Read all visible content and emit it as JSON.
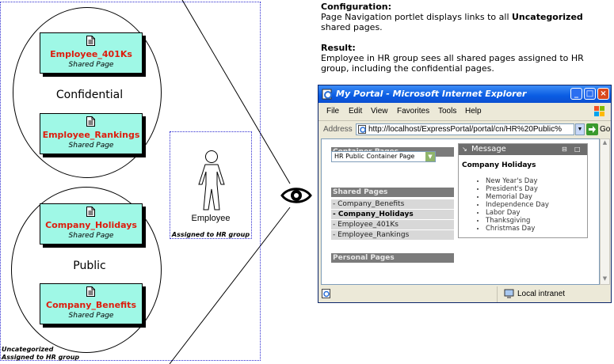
{
  "diagram": {
    "group_caption_line1": "Uncategorized",
    "group_caption_line2": "Assigned to HR group",
    "circles": [
      {
        "label": "Confidential"
      },
      {
        "label": "Public"
      }
    ],
    "pages": [
      {
        "name": "Employee_401Ks",
        "type": "Shared Page"
      },
      {
        "name": "Employee_Rankings",
        "type": "Shared Page"
      },
      {
        "name": "Company_Holidays",
        "type": "Shared Page"
      },
      {
        "name": "Company_Benefits",
        "type": "Shared Page"
      }
    ],
    "employee": {
      "label": "Employee",
      "caption": "Assigned to HR group"
    },
    "icons": {
      "page": "document-icon",
      "person": "person-icon",
      "view": "eye-icon"
    },
    "colors": {
      "page_fill": "#9ff8e6",
      "page_name": "#dd1d0d",
      "group_border": "#2d2bd0"
    }
  },
  "configuration": {
    "heading": "Configuration",
    "text_before": "Page Navigation portlet displays links to all ",
    "text_bold": "Uncategorized",
    "text_after": " shared pages."
  },
  "result": {
    "heading": "Result",
    "text": "Employee in HR group sees all shared pages assigned to HR group, including the confidential pages."
  },
  "browser": {
    "title": "My Portal - Microsoft Internet Explorer",
    "menu": [
      "File",
      "Edit",
      "View",
      "Favorites",
      "Tools",
      "Help"
    ],
    "address_label": "Address",
    "address_value": "http://localhost/ExpressPortal/portal/cn/HR%20Public%",
    "go_label": "Go",
    "status_zone": "Local intranet",
    "portal": {
      "container_heading": "Container Pages",
      "container_selected": "HR Public Container Page",
      "shared_heading": "Shared Pages",
      "shared_items": [
        "- Company_Benefits",
        "- Company_Holidays",
        "- Employee_401Ks",
        "- Employee_Rankings"
      ],
      "active_item": "- Company_Holidays",
      "personal_heading": "Personal Pages",
      "message": {
        "title": "Message",
        "heading": "Company Holidays",
        "holidays": [
          "New Year's Day",
          "President's Day",
          "Memorial Day",
          "Independence Day",
          "Labor Day",
          "Thanksgiving",
          "Christmas Day"
        ]
      }
    }
  }
}
